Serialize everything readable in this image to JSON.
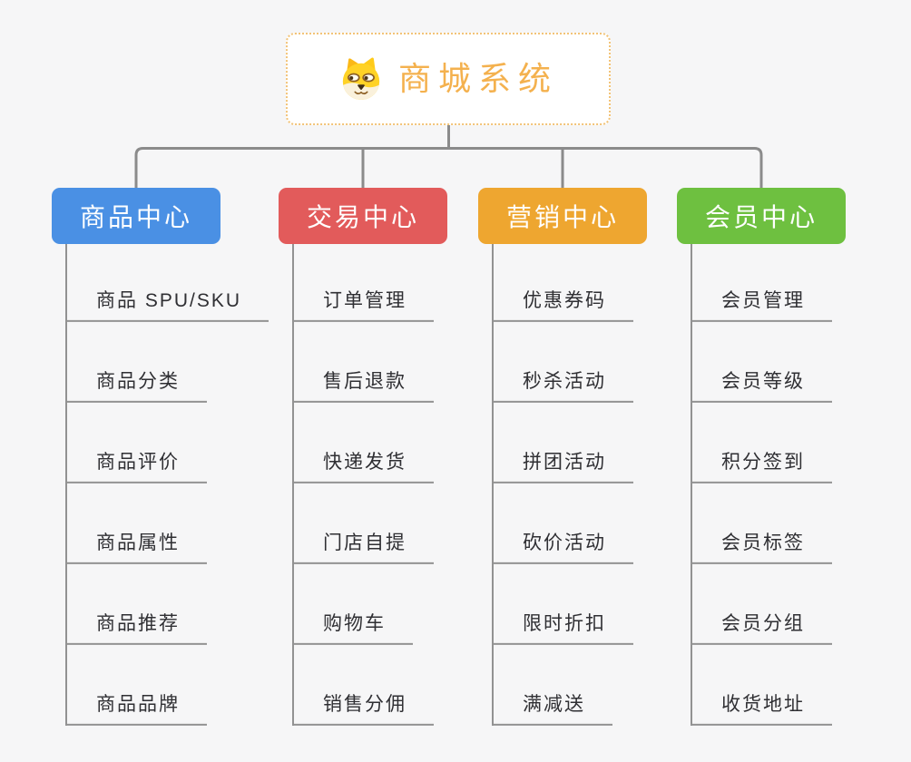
{
  "theme": {
    "background": "#f6f6f7",
    "connector_color": "#8b8b8b",
    "spine_color": "#929292",
    "child_text_color": "#2f2f33"
  },
  "root": {
    "label": "商城系统",
    "icon": "doge-icon",
    "text_color": "#f4b14e",
    "border_color": "#f2c377",
    "background": "#ffffff"
  },
  "branches": [
    {
      "label": "商品中心",
      "color": "#4a90e4",
      "items": [
        "商品 SPU/SKU",
        "商品分类",
        "商品评价",
        "商品属性",
        "商品推荐",
        "商品品牌"
      ]
    },
    {
      "label": "交易中心",
      "color": "#e25b5b",
      "items": [
        "订单管理",
        "售后退款",
        "快递发货",
        "门店自提",
        "购物车",
        "销售分佣"
      ]
    },
    {
      "label": "营销中心",
      "color": "#eea630",
      "items": [
        "优惠券码",
        "秒杀活动",
        "拼团活动",
        "砍价活动",
        "限时折扣",
        "满减送"
      ]
    },
    {
      "label": "会员中心",
      "color": "#6ec040",
      "items": [
        "会员管理",
        "会员等级",
        "积分签到",
        "会员标签",
        "会员分组",
        "收货地址"
      ]
    }
  ]
}
